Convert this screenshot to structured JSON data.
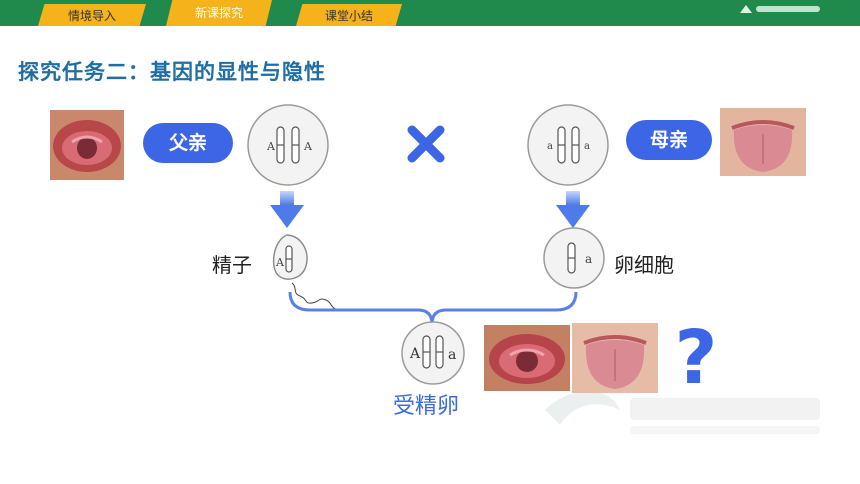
{
  "nav": {
    "tabs": [
      {
        "label": "情境导入",
        "active": false
      },
      {
        "label": "新课探究",
        "active": true
      },
      {
        "label": "课堂小结",
        "active": false
      }
    ]
  },
  "page_title": "探究任务二：基因的显性与隐性",
  "father": {
    "label": "父亲",
    "genes": [
      "A",
      "A"
    ]
  },
  "mother": {
    "label": "母亲",
    "genes": [
      "a",
      "a"
    ]
  },
  "sperm": {
    "label": "精子",
    "gene": "A"
  },
  "egg": {
    "label": "卵细胞",
    "gene": "a"
  },
  "zygote": {
    "label": "受精卵",
    "genes": [
      "A",
      "a"
    ]
  },
  "question_mark": "?",
  "colors": {
    "topbar": "#1f8a4c",
    "tab": "#f6b21b",
    "title": "#1e6ea3",
    "pill": "#3c66e6",
    "arrow": "#4f7be8"
  }
}
